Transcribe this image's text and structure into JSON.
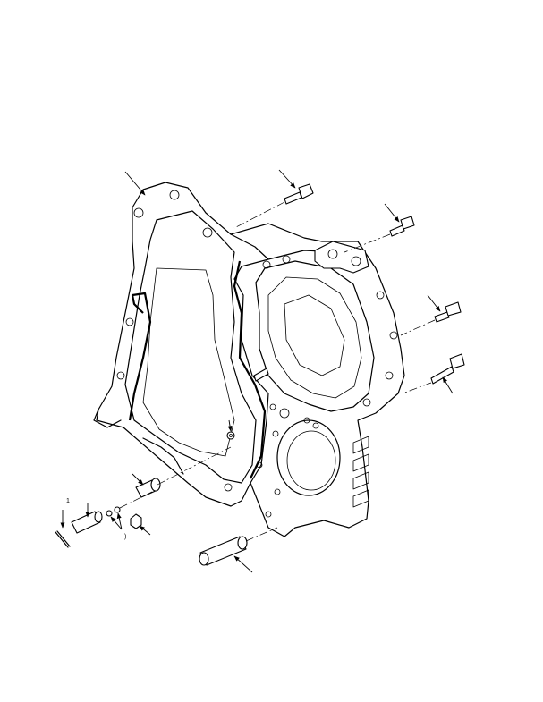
{
  "callouts": [
    {
      "id": "a",
      "text": "1"
    },
    {
      "id": "b",
      "text": ")"
    }
  ],
  "colors": {
    "line": "#000000",
    "background": "#ffffff"
  }
}
